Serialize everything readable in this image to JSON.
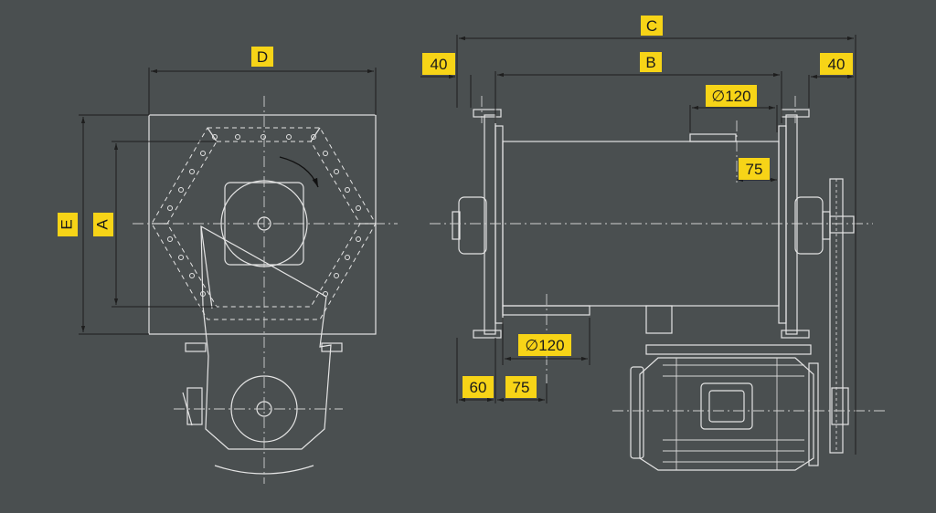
{
  "labels": {
    "A": "A",
    "B": "B",
    "C": "C",
    "D": "D",
    "E": "E",
    "left_40": "40",
    "right_40": "40",
    "top_dia": "∅120",
    "right_75": "75",
    "bottom_dia": "∅120",
    "bottom_60": "60",
    "bottom_75": "75"
  },
  "colors": {
    "background": "#4a4f50",
    "label_fill": "#f7d417",
    "line": "#e4e4e4",
    "dimension_line": "#1e1e1e"
  }
}
